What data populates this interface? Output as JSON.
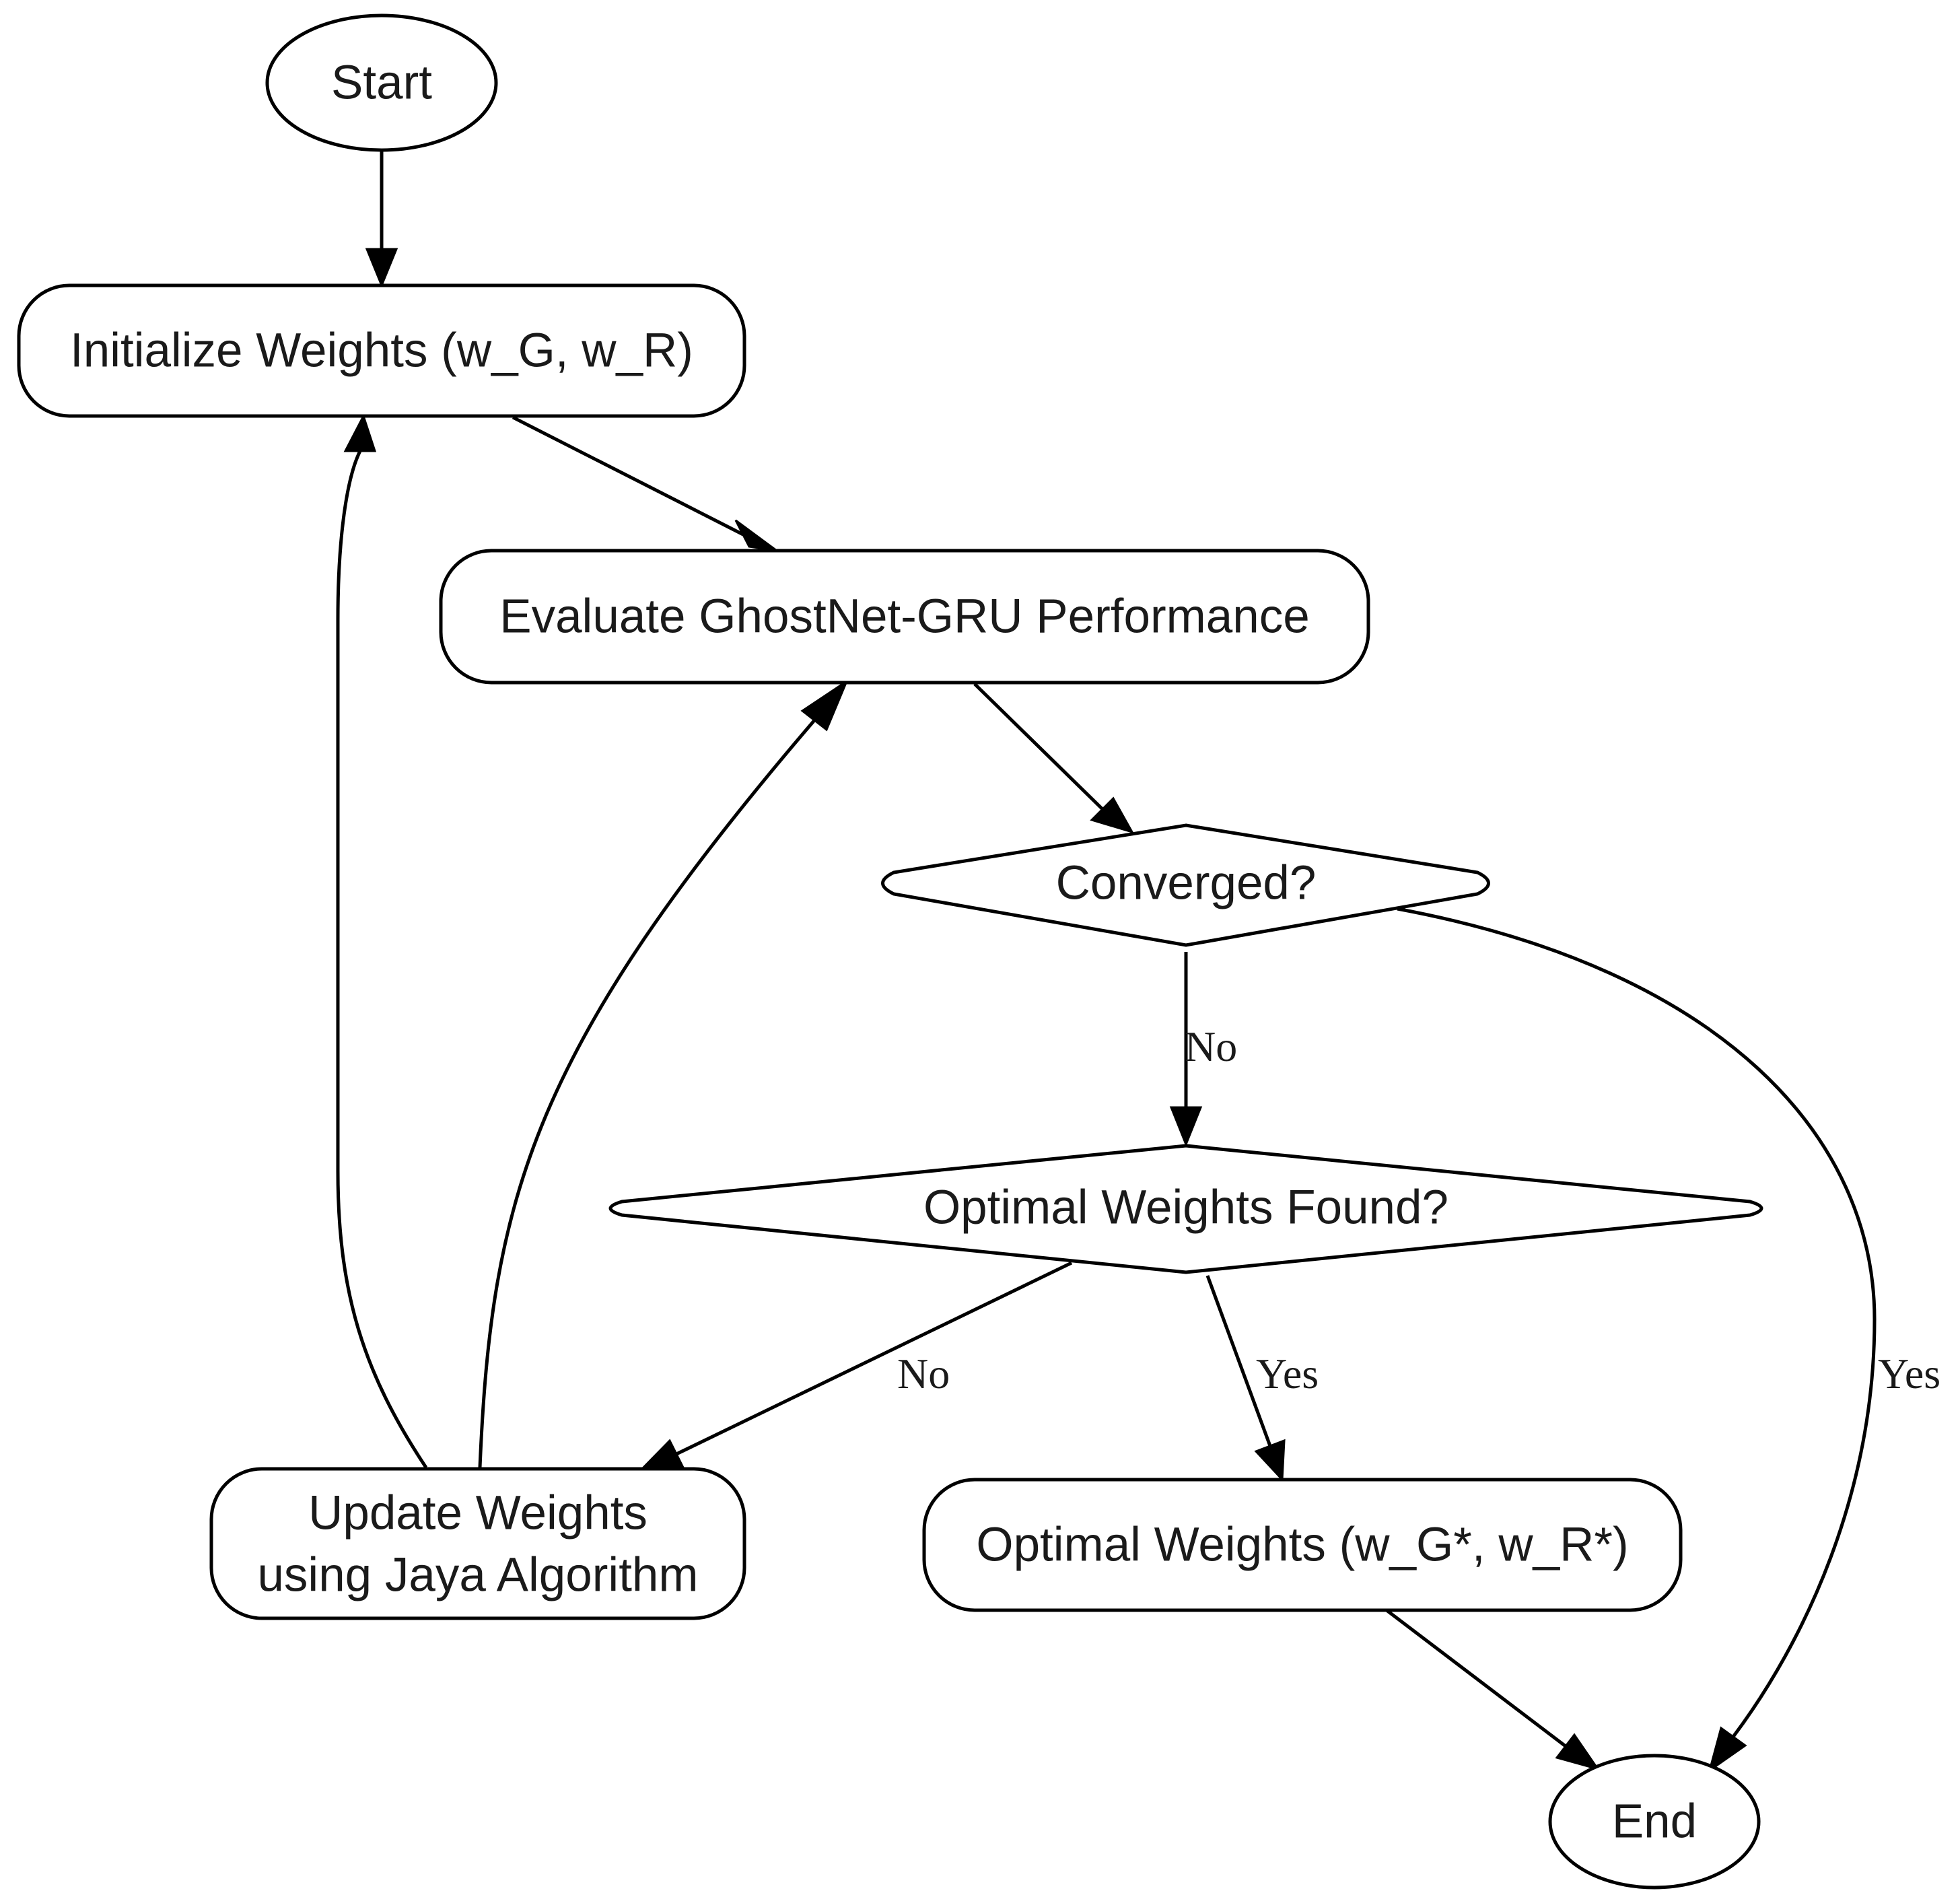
{
  "nodes": {
    "start": {
      "label": "Start"
    },
    "init": {
      "label": "Initialize Weights (w_G, w_R)"
    },
    "evaluate": {
      "label": "Evaluate GhostNet-GRU Performance"
    },
    "converged": {
      "label": "Converged?"
    },
    "optimal_found": {
      "label": "Optimal Weights Found?"
    },
    "update": {
      "label_line1": "Update Weights",
      "label_line2": "using Jaya Algorithm"
    },
    "optimal": {
      "label": "Optimal Weights (w_G*, w_R*)"
    },
    "end": {
      "label": "End"
    }
  },
  "edges": {
    "converged_no": "No",
    "converged_yes": "Yes",
    "optimal_no": "No",
    "optimal_yes": "Yes"
  },
  "connections": [
    {
      "from": "start",
      "to": "init"
    },
    {
      "from": "init",
      "to": "evaluate"
    },
    {
      "from": "evaluate",
      "to": "converged"
    },
    {
      "from": "converged",
      "to": "optimal_found",
      "label": "No"
    },
    {
      "from": "converged",
      "to": "end",
      "label": "Yes"
    },
    {
      "from": "optimal_found",
      "to": "update",
      "label": "No"
    },
    {
      "from": "optimal_found",
      "to": "optimal",
      "label": "Yes"
    },
    {
      "from": "update",
      "to": "init"
    },
    {
      "from": "update",
      "to": "evaluate"
    },
    {
      "from": "optimal",
      "to": "end"
    }
  ]
}
